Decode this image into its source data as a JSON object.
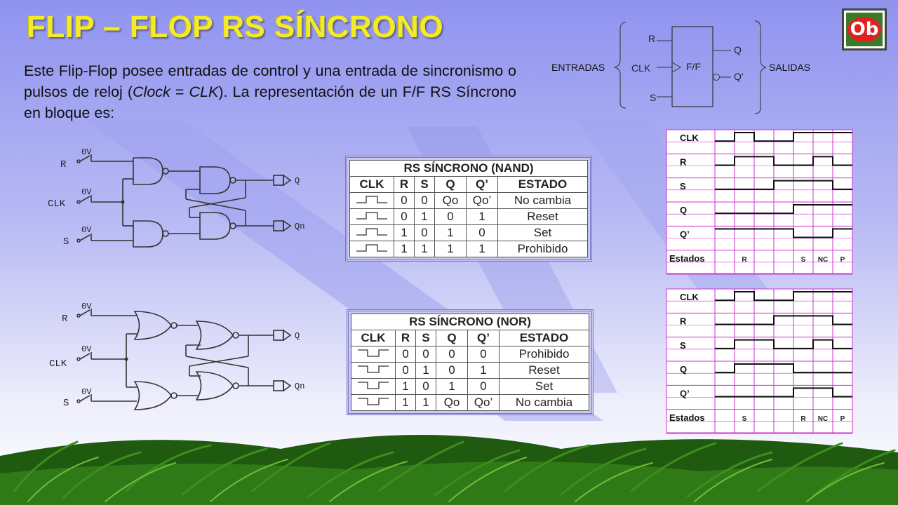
{
  "title": "FLIP – FLOP RS SÍNCRONO",
  "intro": {
    "part1": "Este Flip-Flop posee entradas de control y una entrada de sincronismo o pulsos de reloj (",
    "clock": "Clock",
    "eq": " = ",
    "clk": "CLK",
    "part2": ").  La representación de un F/F RS Síncrono en bloque es:"
  },
  "logo": "Ob",
  "block": {
    "entradas": "ENTRADAS",
    "salidas": "SALIDAS",
    "r": "R",
    "clk": "CLK",
    "s": "S",
    "ff": "F/F",
    "q": "Q",
    "qn": "Q'"
  },
  "circuits": {
    "r": "R",
    "clk": "CLK",
    "s": "S",
    "ov": "0V",
    "q": "Q",
    "qn": "Qn"
  },
  "nand_table": {
    "title": "RS SÍNCRONO (NAND)",
    "headers": [
      "CLK",
      "R",
      "S",
      "Q",
      "Q’",
      "ESTADO"
    ],
    "rows": [
      [
        "0",
        "0",
        "Qo",
        "Qo’",
        "No cambia"
      ],
      [
        "0",
        "1",
        "0",
        "1",
        "Reset"
      ],
      [
        "1",
        "0",
        "1",
        "0",
        "Set"
      ],
      [
        "1",
        "1",
        "1",
        "1",
        "Prohibido"
      ]
    ]
  },
  "nor_table": {
    "title": "RS SÍNCRONO (NOR)",
    "headers": [
      "CLK",
      "R",
      "S",
      "Q",
      "Q’",
      "ESTADO"
    ],
    "rows": [
      [
        "0",
        "0",
        "0",
        "0",
        "Prohibido"
      ],
      [
        "0",
        "1",
        "0",
        "1",
        "Reset"
      ],
      [
        "1",
        "0",
        "1",
        "0",
        "Set"
      ],
      [
        "1",
        "1",
        "Qo",
        "Qo’",
        "No cambia"
      ]
    ]
  },
  "timing_nand": {
    "labels": [
      "CLK",
      "R",
      "S",
      "Q",
      "Q’",
      "Estados"
    ],
    "estados": [
      "",
      "R",
      "",
      "",
      "S",
      "NC",
      "P"
    ],
    "signals": {
      "clk": [
        0,
        1,
        0,
        0,
        1,
        1,
        1
      ],
      "r": [
        0,
        1,
        1,
        0,
        0,
        1,
        0
      ],
      "s": [
        0,
        0,
        0,
        1,
        1,
        1,
        0
      ],
      "q": [
        0,
        0,
        0,
        0,
        1,
        1,
        1
      ],
      "qn": [
        1,
        1,
        1,
        1,
        0,
        0,
        1
      ]
    }
  },
  "timing_nor": {
    "labels": [
      "CLK",
      "R",
      "S",
      "Q",
      "Q’",
      "Estados"
    ],
    "estados": [
      "",
      "S",
      "",
      "",
      "R",
      "NC",
      "P"
    ],
    "signals": {
      "clk": [
        0,
        1,
        0,
        0,
        1,
        1,
        1
      ],
      "r": [
        0,
        0,
        0,
        1,
        1,
        1,
        0
      ],
      "s": [
        0,
        1,
        1,
        0,
        0,
        1,
        0
      ],
      "q": [
        0,
        1,
        1,
        1,
        0,
        0,
        0
      ],
      "qn": [
        0,
        0,
        0,
        0,
        1,
        1,
        0
      ]
    }
  }
}
